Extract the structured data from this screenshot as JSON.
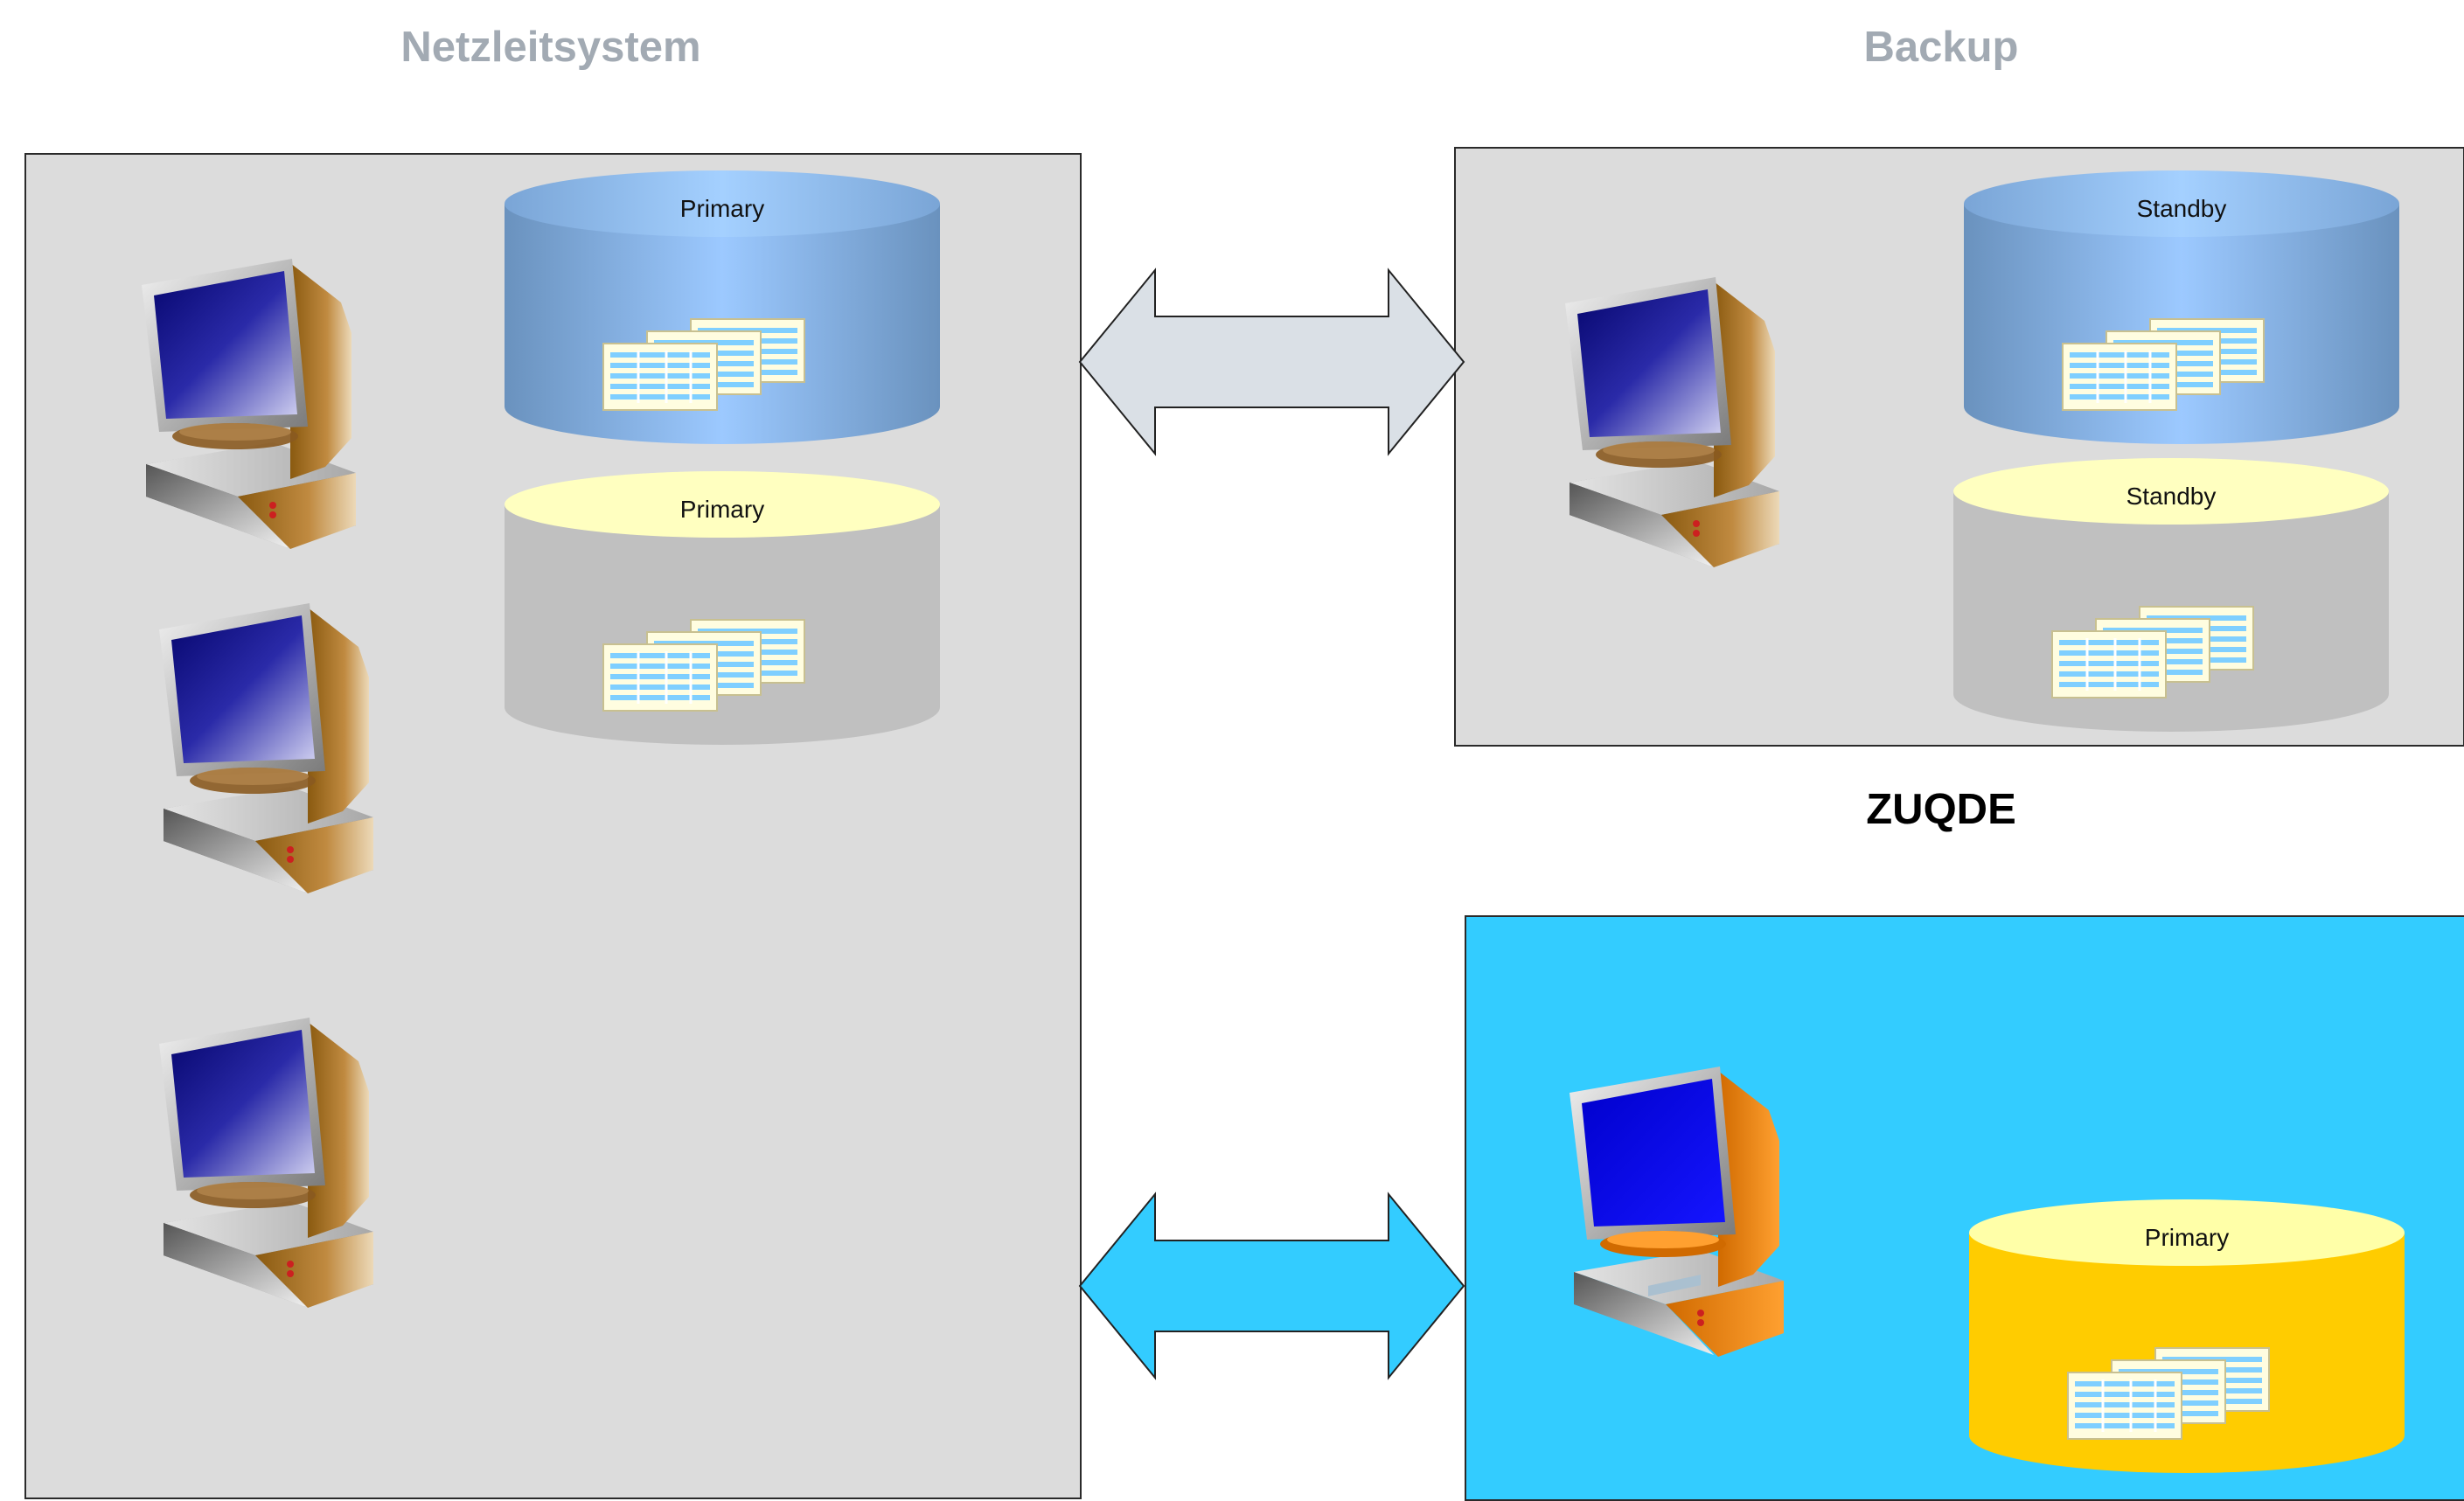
{
  "titles": {
    "netzleitsystem": "Netzleitsystem",
    "backup": "Backup",
    "zuqde": "ZUQDE"
  },
  "databases": {
    "netz_primary_1": "Primary",
    "netz_primary_2": "Primary",
    "backup_standby_1": "Standby",
    "backup_standby_2": "Standby",
    "zuqde_primary": "Primary"
  },
  "colors": {
    "panel_gray": "#dcdcdc",
    "panel_cyan": "#33ccff",
    "title_gray": "#a2aab3",
    "arrow_gray": "#dae0e6",
    "arrow_cyan": "#33ccff",
    "db_blue": "#7aa7d8",
    "db_gray": "#c0c0c0",
    "db_gold": "#ffcc00",
    "db_top_yellow": "#ffffc0"
  },
  "icons": [
    "computer-icon",
    "database-icon",
    "double-arrow-icon",
    "table-stack-icon"
  ]
}
